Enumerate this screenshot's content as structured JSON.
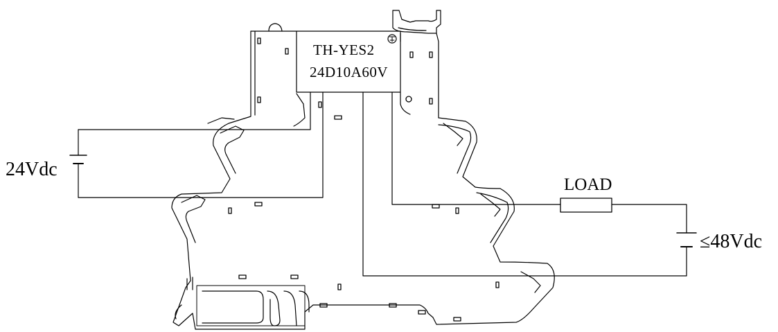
{
  "relay": {
    "model_line1": "TH-YES2",
    "model_line2": "24D10A60V"
  },
  "input_supply": {
    "label": "24Vdc"
  },
  "load": {
    "label": "LOAD"
  },
  "output_supply": {
    "label": "≤48Vdc"
  },
  "colors": {
    "stroke": "#000000",
    "background": "#ffffff"
  }
}
